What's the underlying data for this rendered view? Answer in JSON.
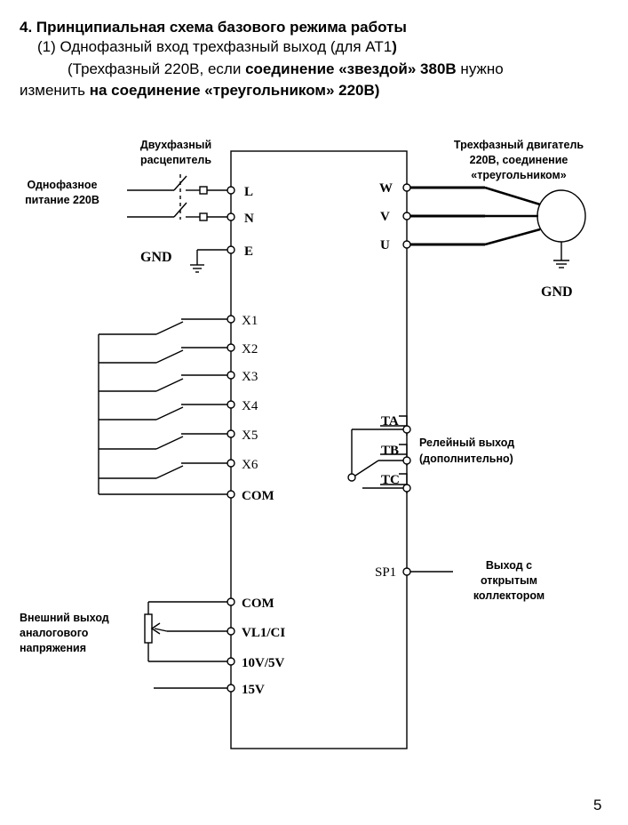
{
  "header": {
    "title": "4. Принципиальная схема базового режима работы",
    "line2": "(1) Однофазный вход трехфазный выход (для AT1",
    "line2_bold": ")",
    "line3_a": "(Трехфазный 220В, если ",
    "line3_b": "соединение «звездой» 380В",
    "line3_c": " нужно",
    "line4_a": "изменить ",
    "line4_b": "на соединение «треугольником» 220В)"
  },
  "labels": {
    "breaker_1": "Двухфазный",
    "breaker_2": "расцепитель",
    "supply_1": "Однофазное",
    "supply_2": "питание 220В",
    "motor_1": "Трехфазный двигатель",
    "motor_2": "220В, соединение",
    "motor_3": "«треугольником»",
    "gnd_left": "GND",
    "gnd_right": "GND",
    "relay_1": "Релейный выход",
    "relay_2": "(дополнительно)",
    "oc_1": "Выход с",
    "oc_2": "открытым",
    "oc_3": "коллектором",
    "analog_1": "Внешний выход",
    "analog_2": "аналогового",
    "analog_3": "напряжения"
  },
  "terminals": {
    "L": "L",
    "N": "N",
    "E": "E",
    "W": "W",
    "V": "V",
    "U": "U",
    "X1": "X1",
    "X2": "X2",
    "X3": "X3",
    "X4": "X4",
    "X5": "X5",
    "X6": "X6",
    "COM1": "COM",
    "COM2": "COM",
    "VL1": "VL1/CI",
    "V10": "10V/5V",
    "V15": "15V",
    "TA": "TA",
    "TB": "TB",
    "TC": "TC",
    "SP1": "SP1"
  },
  "page_number": "5"
}
